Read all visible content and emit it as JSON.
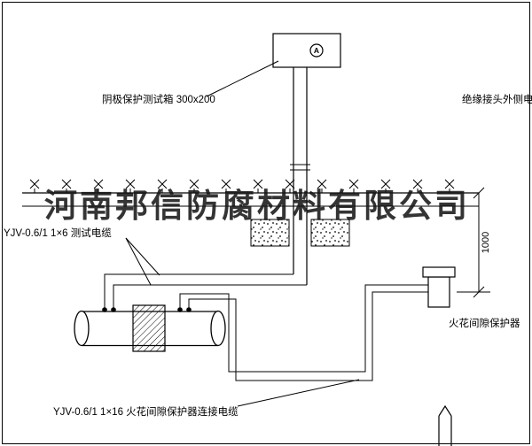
{
  "watermark": {
    "text": "河南邦信防腐材料有限公司"
  },
  "labels": {
    "test_box": "阴极保护测试箱 300x200",
    "outer_cable": "绝缘接头外侧电缆",
    "test_cable": "YJV-0.6/1 1×6  测试电缆",
    "spark_gap": "火花间隙保护器",
    "connect_cable": "YJV-0.6/1 1×16  火花间隙保护器连接电缆",
    "dimension_1000": "1000",
    "ammeter": "A"
  },
  "colors": {
    "line": "#000000",
    "background": "#ffffff",
    "watermark_text": "#161616"
  }
}
